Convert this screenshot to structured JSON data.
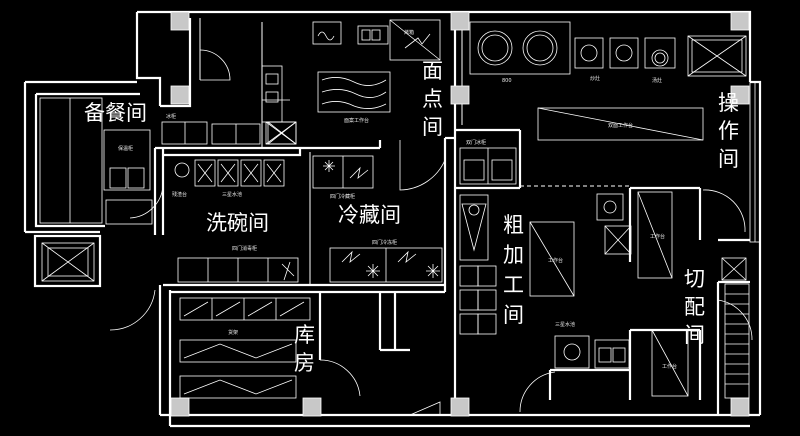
{
  "rooms": {
    "prep_serving": "备餐间",
    "pastry": [
      "面",
      "点",
      "间"
    ],
    "operation": [
      "操",
      "作",
      "间"
    ],
    "dishwashing": "洗碗间",
    "cold_storage": "冷藏间",
    "rough_processing": [
      "粗",
      "加",
      "工",
      "间"
    ],
    "cutting": [
      "切",
      "配",
      "间"
    ],
    "storeroom": [
      "库",
      "房"
    ]
  },
  "fixture_label": "800"
}
